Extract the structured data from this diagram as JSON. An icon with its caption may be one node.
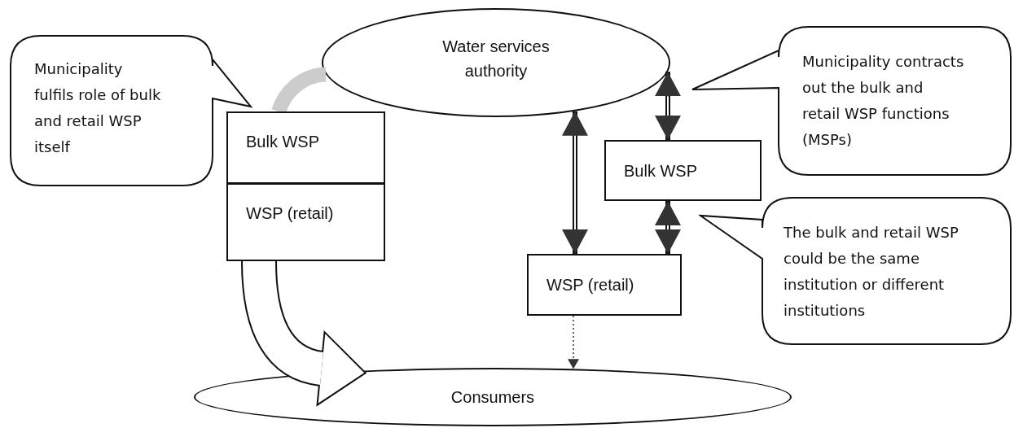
{
  "diagram": {
    "nodes": [
      {
        "text": [
          "Municipality fulfils role of bulk and retail WSP itself"
        ]
      },
      {
        "text": [
          "Water services authority"
        ]
      },
      {
        "text": [
          "Bulk WSP"
        ]
      },
      {
        "text": [
          "WSP (retail)"
        ]
      },
      {
        "text": [
          "Municipality contracts out the bulk and retail WSP functions (MSPs)"
        ]
      },
      {
        "text": [
          "Bulk WSP"
        ]
      },
      {
        "text": [
          "The bulk and retail WSP could be the same institution or different institutions"
        ]
      },
      {
        "text": [
          "WSP (retail)"
        ]
      },
      {
        "text": [
          "Consumers"
        ]
      }
    ],
    "edges": [
      {
        "from": 1,
        "to": 7,
        "arrow": "both"
      },
      {
        "from": 1,
        "to": 5,
        "arrow": "both"
      },
      {
        "from": 5,
        "to": 7,
        "arrow": "both"
      },
      {
        "from": 7,
        "to": 8,
        "arrow": "to",
        "style": "dashed"
      },
      {
        "from": 3,
        "to": 8,
        "arrow": "to",
        "style": "thick"
      },
      {
        "from": 1,
        "to": 2,
        "arrow": "none",
        "style": "thick",
        "color": "#cccccc"
      }
    ]
  }
}
